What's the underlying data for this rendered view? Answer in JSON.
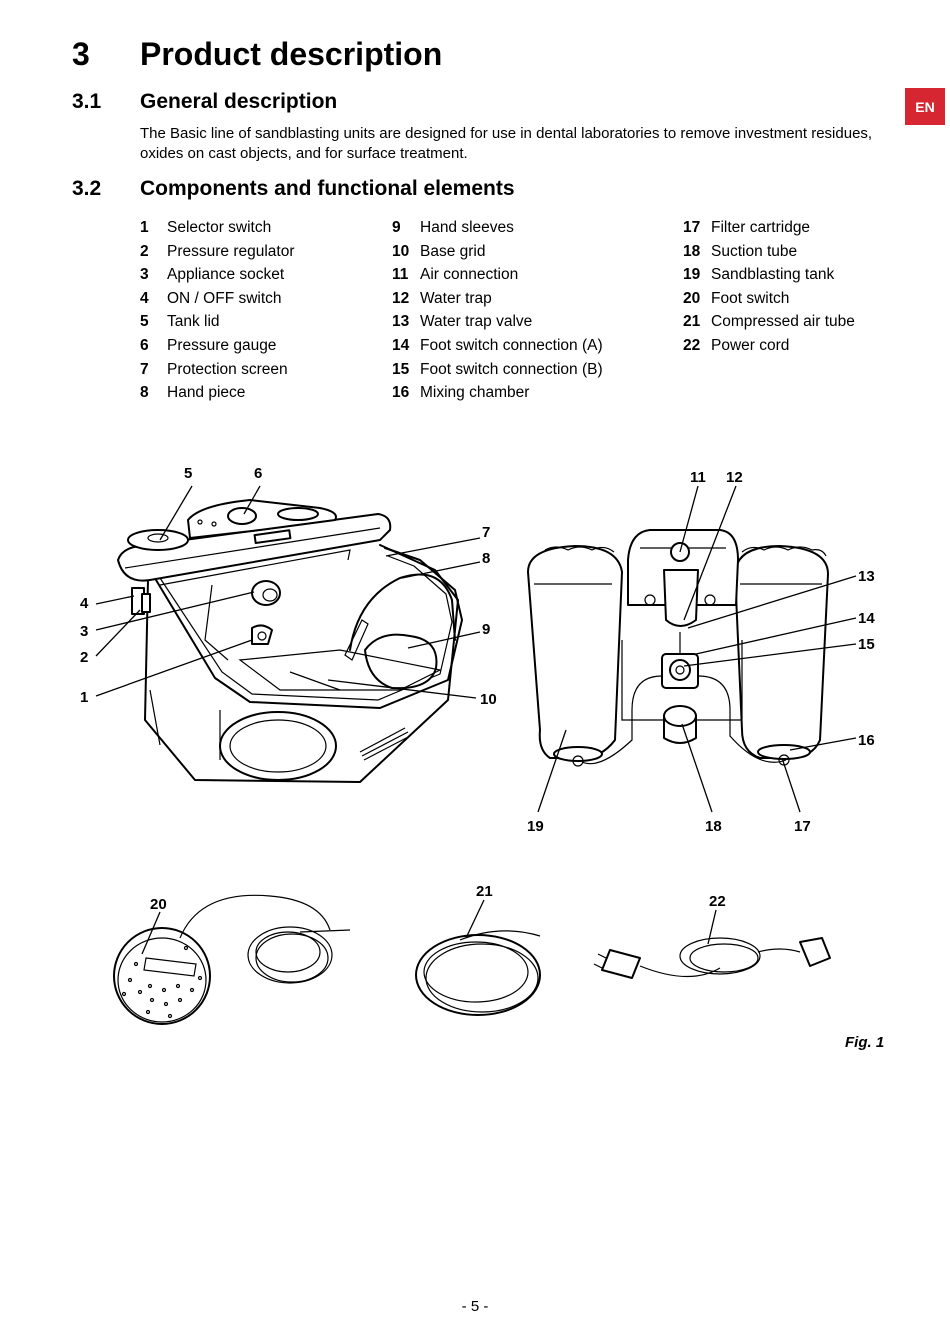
{
  "lang_badge": "EN",
  "section": {
    "number": "3",
    "title": "Product description"
  },
  "general": {
    "number": "3.1",
    "title": "General description",
    "text": "The Basic line of sandblasting units are designed for use in dental laboratories to remove investment residues, oxides on cast objects, and for surface treatment."
  },
  "components": {
    "number": "3.2",
    "title": "Components and functional elements",
    "col1": [
      {
        "n": "1",
        "label": "Selector switch"
      },
      {
        "n": "2",
        "label": "Pressure regulator"
      },
      {
        "n": "3",
        "label": "Appliance socket"
      },
      {
        "n": "4",
        "label": "ON / OFF switch"
      },
      {
        "n": "5",
        "label": "Tank lid"
      },
      {
        "n": "6",
        "label": "Pressure gauge"
      },
      {
        "n": "7",
        "label": "Protection screen"
      },
      {
        "n": "8",
        "label": "Hand piece"
      }
    ],
    "col2": [
      {
        "n": "9",
        "label": "Hand sleeves"
      },
      {
        "n": "10",
        "label": "Base grid"
      },
      {
        "n": "11",
        "label": "Air connection"
      },
      {
        "n": "12",
        "label": "Water trap"
      },
      {
        "n": "13",
        "label": "Water trap valve"
      },
      {
        "n": "14",
        "label": "Foot switch connection (A)"
      },
      {
        "n": "15",
        "label": "Foot switch connection (B)"
      },
      {
        "n": "16",
        "label": "Mixing chamber"
      }
    ],
    "col3": [
      {
        "n": "17",
        "label": "Filter cartridge"
      },
      {
        "n": "18",
        "label": "Suction tube"
      },
      {
        "n": "19",
        "label": "Sandblasting tank"
      },
      {
        "n": "20",
        "label": "Foot switch"
      },
      {
        "n": "21",
        "label": "Compressed air tube"
      },
      {
        "n": "22",
        "label": "Power cord"
      }
    ]
  },
  "figure": {
    "callouts": [
      "1",
      "2",
      "3",
      "4",
      "5",
      "6",
      "7",
      "8",
      "9",
      "10",
      "11",
      "12",
      "13",
      "14",
      "15",
      "16",
      "17",
      "18",
      "19",
      "20",
      "21",
      "22"
    ],
    "caption": "Fig. 1"
  },
  "page_number": "- 5 -"
}
